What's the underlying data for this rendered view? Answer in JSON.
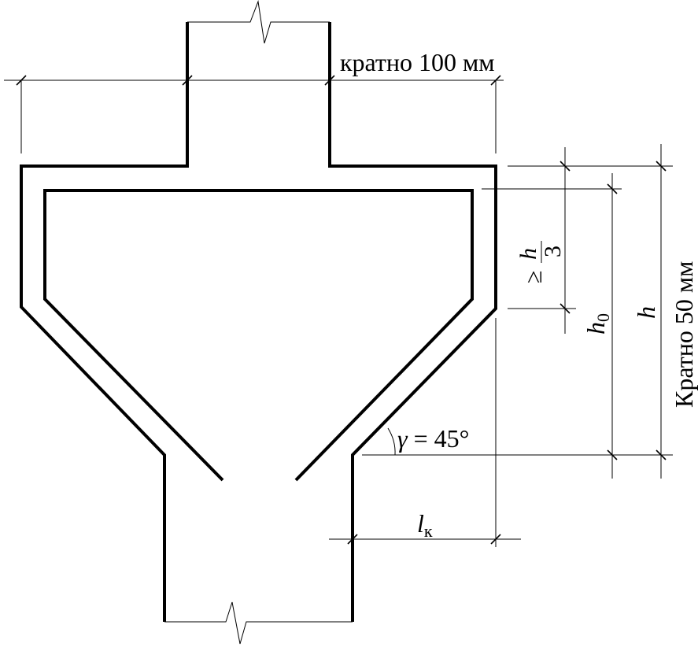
{
  "labels": {
    "top_dimension": "кратно 100 мм",
    "right_dimension": "Кратно 50 мм",
    "h_label": "h",
    "h0_label": "h",
    "h0_subscript": "0",
    "fraction_relation": "≥",
    "fraction_numerator": "h",
    "fraction_denominator": "3",
    "angle_symbol": "γ",
    "angle_value": "= 45°",
    "lk_label": "l",
    "lk_subscript": "к"
  }
}
